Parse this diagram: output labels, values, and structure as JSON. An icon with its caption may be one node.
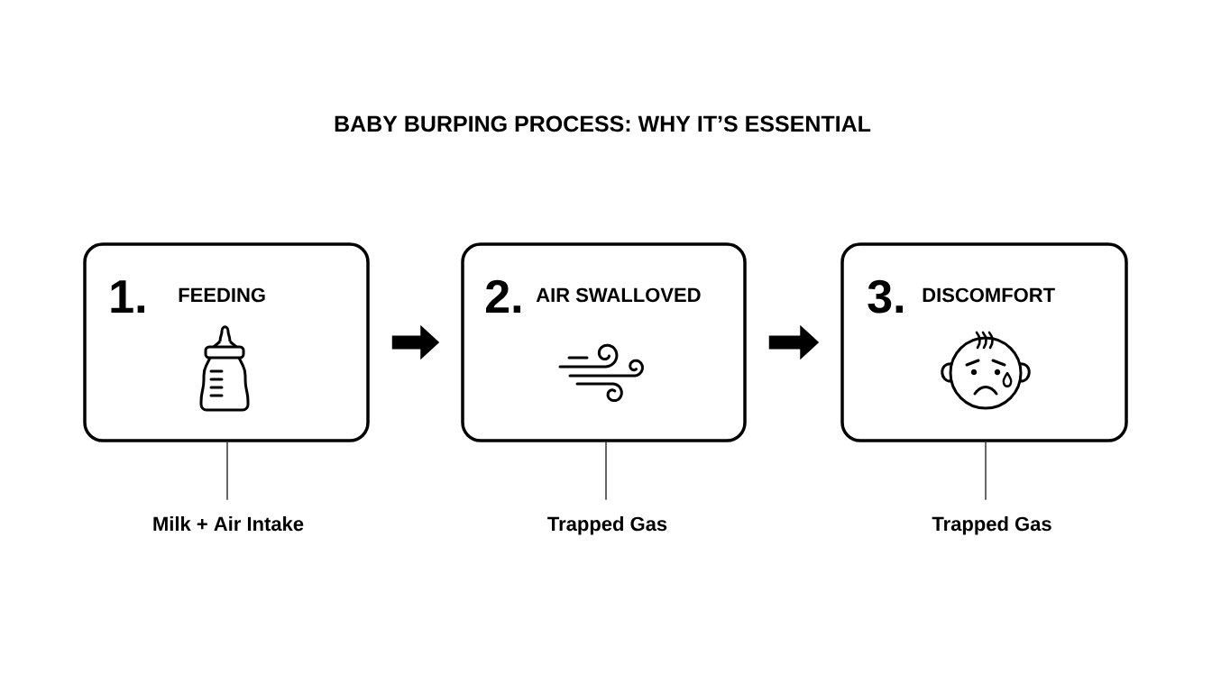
{
  "diagram": {
    "title": "BABY BURPING PROCESS: WHY IT’S ESSENTIAL",
    "nodes": [
      {
        "text": [
          "1.",
          "FEEDING"
        ]
      },
      {
        "text": [
          "2.",
          "AIR SWALLOVED"
        ]
      },
      {
        "text": [
          "3.",
          "DISCOMFORT"
        ]
      },
      {
        "text": [
          "Milk + Air Intake"
        ]
      },
      {
        "text": [
          "Trapped Gas"
        ]
      },
      {
        "text": [
          "Trapped Gas"
        ]
      }
    ],
    "edges": [
      {
        "from": 0,
        "to": 1,
        "arrow": "to",
        "style": "thick"
      },
      {
        "from": 1,
        "to": 2,
        "arrow": "to",
        "style": "thick"
      },
      {
        "from": 3,
        "to": 0,
        "arrow": "none"
      },
      {
        "from": 4,
        "to": 1,
        "arrow": "none"
      },
      {
        "from": 5,
        "to": 2,
        "arrow": "none"
      }
    ]
  }
}
